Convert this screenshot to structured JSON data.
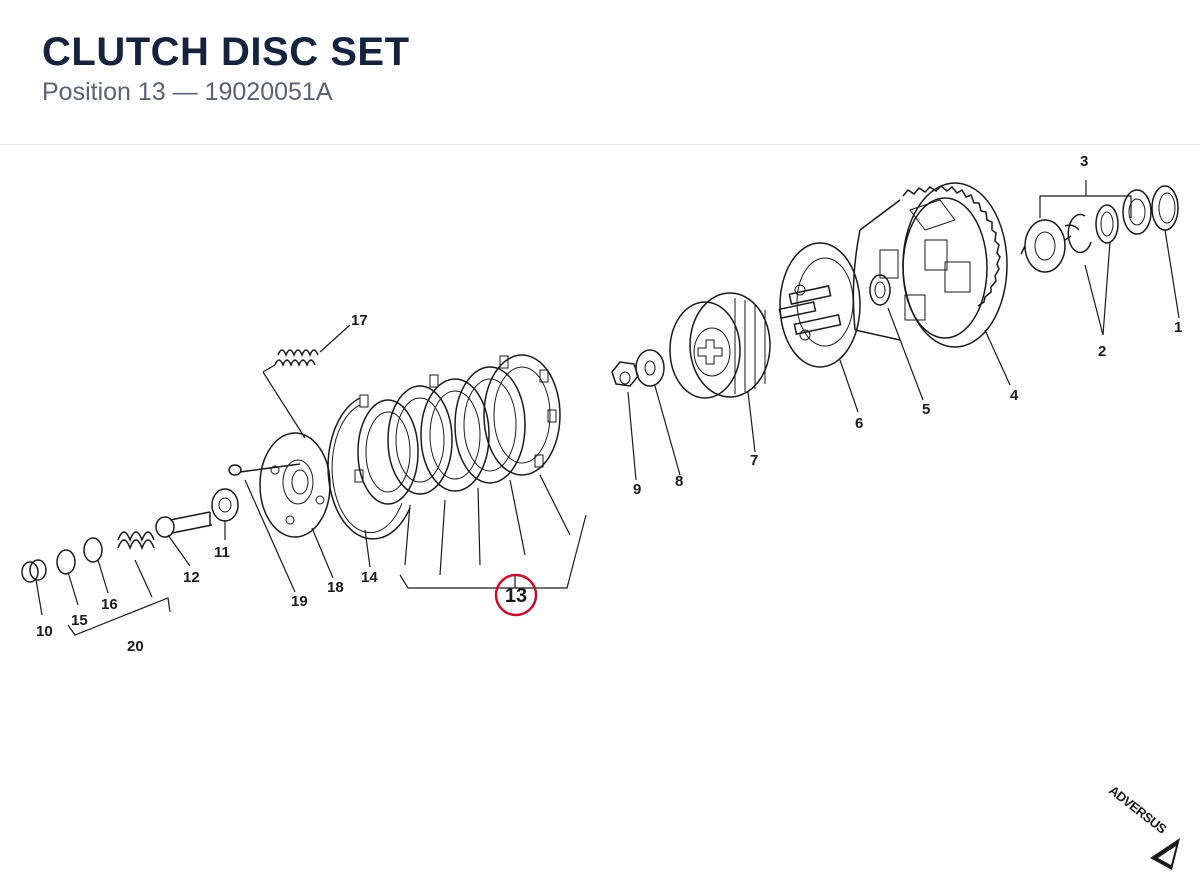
{
  "header": {
    "title": "CLUTCH DISC SET",
    "subtitle": "Position 13 — 19020051A"
  },
  "highlight": {
    "label": "13",
    "color": "#c8102e"
  },
  "labels": {
    "p1": "1",
    "p2": "2",
    "p3": "3",
    "p4": "4",
    "p5": "5",
    "p6": "6",
    "p7": "7",
    "p8": "8",
    "p9": "9",
    "p10": "10",
    "p11": "11",
    "p12": "12",
    "p14": "14",
    "p15": "15",
    "p16": "16",
    "p17": "17",
    "p18": "18",
    "p19": "19",
    "p20": "20"
  },
  "brand": {
    "name": "ADVERSUS",
    "icon": "arrow-logo-icon"
  }
}
